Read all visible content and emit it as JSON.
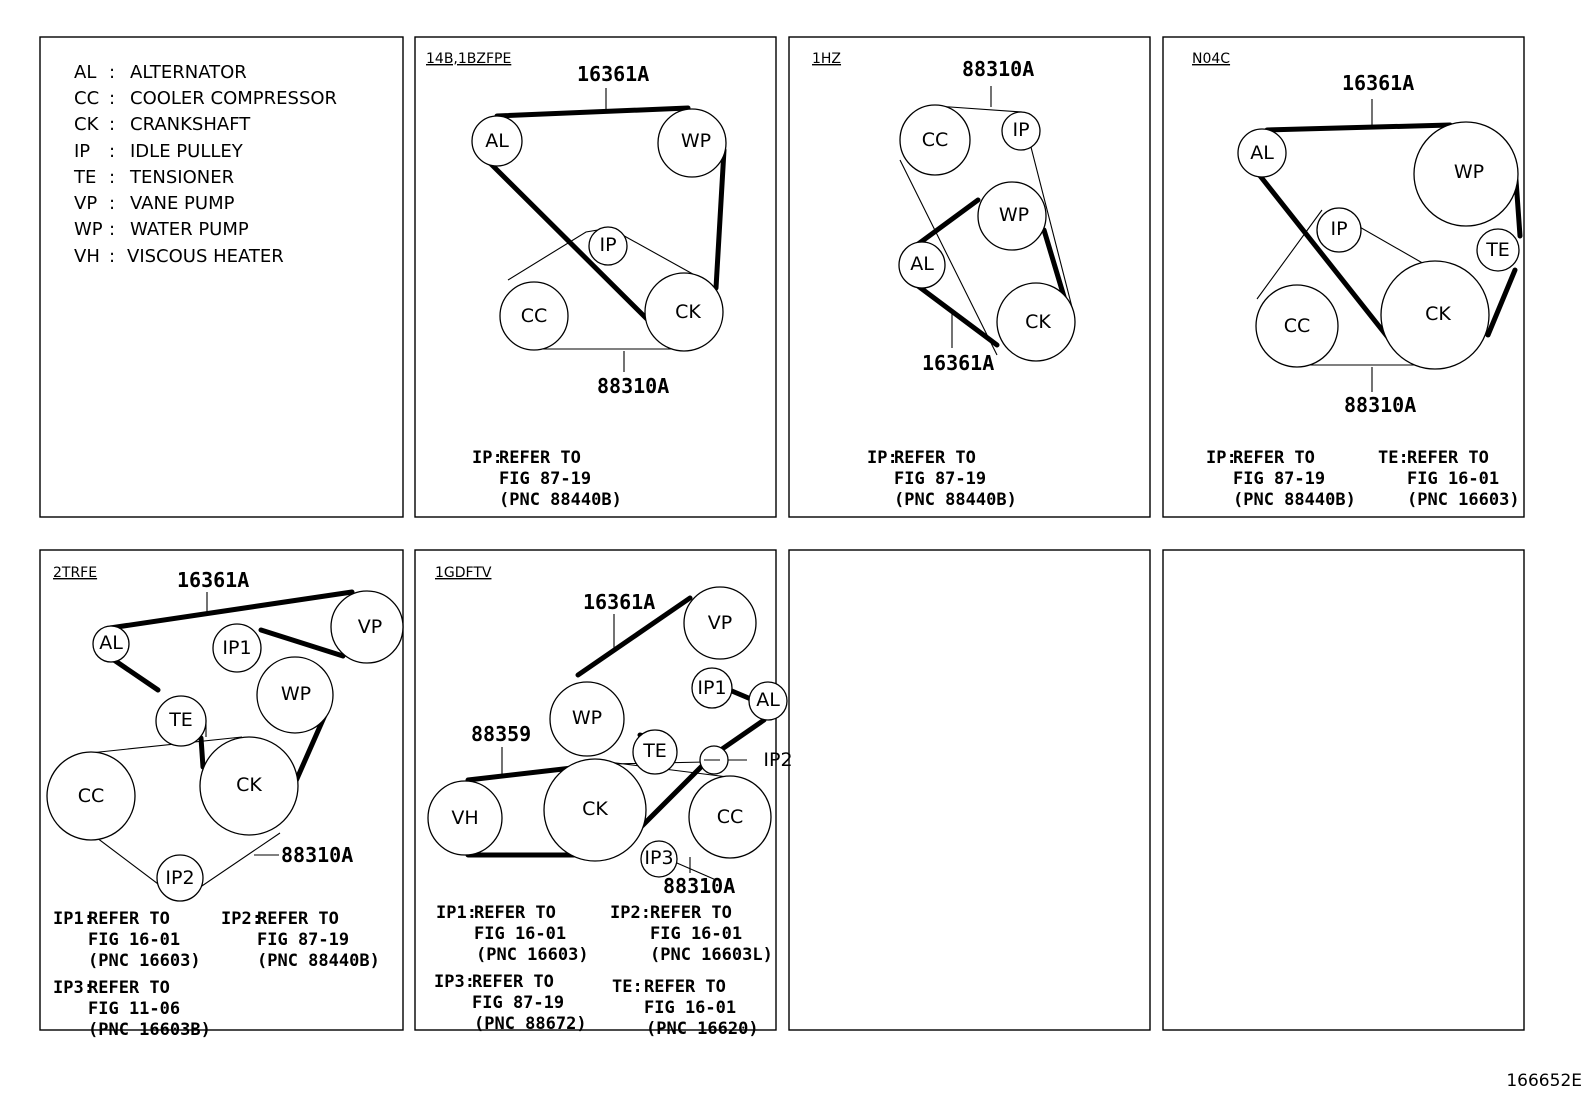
{
  "legend": [
    {
      "code": "AL",
      "name": "ALTERNATOR"
    },
    {
      "code": "CC",
      "name": "COOLER COMPRESSOR"
    },
    {
      "code": "CK",
      "name": "CRANKSHAFT"
    },
    {
      "code": "IP",
      "name": "IDLE PULLEY"
    },
    {
      "code": "TE",
      "name": "TENSIONER"
    },
    {
      "code": "VP",
      "name": "VANE PUMP"
    },
    {
      "code": "WP",
      "name": "WATER PUMP"
    },
    {
      "code": "VH",
      "name": "VISCOUS HEATER"
    }
  ],
  "panels": {
    "p14b": {
      "engine": "14B,1BZFPE",
      "belts": [
        "16361A",
        "88310A"
      ],
      "pulleys": [
        "AL",
        "WP",
        "IP",
        "CC",
        "CK"
      ],
      "notes": [
        [
          "IP:",
          "REFER TO",
          "FIG 87-19",
          "(PNC 88440B)"
        ]
      ]
    },
    "p1hz": {
      "engine": "1HZ",
      "belts": [
        "88310A",
        "16361A"
      ],
      "pulleys": [
        "CC",
        "IP",
        "WP",
        "AL",
        "CK"
      ],
      "notes": [
        [
          "IP:",
          "REFER TO",
          "FIG 87-19",
          "(PNC 88440B)"
        ]
      ]
    },
    "pn04c": {
      "engine": "N04C",
      "belts": [
        "16361A",
        "88310A"
      ],
      "pulleys": [
        "AL",
        "WP",
        "IP",
        "TE",
        "CC",
        "CK"
      ],
      "notes": [
        [
          "IP:",
          "REFER TO",
          "FIG 87-19",
          "(PNC 88440B)"
        ],
        [
          "TE:",
          "REFER TO",
          "FIG 16-01",
          "(PNC 16603)"
        ]
      ]
    },
    "p2trfe": {
      "engine": "2TRFE",
      "belts": [
        "16361A",
        "88310A"
      ],
      "pulleys": [
        "AL",
        "VP",
        "IP1",
        "WP",
        "TE",
        "CC",
        "CK",
        "IP2"
      ],
      "notes": [
        [
          "IP1:",
          "REFER TO",
          "FIG 16-01",
          "(PNC 16603)"
        ],
        [
          "IP2:",
          "REFER TO",
          "FIG 87-19",
          "(PNC 88440B)"
        ],
        [
          "IP3:",
          "REFER TO",
          "FIG 11-06",
          "(PNC 16603B)"
        ]
      ]
    },
    "p1gd": {
      "engine": "1GDFTV",
      "belts": [
        "16361A",
        "88359",
        "88310A"
      ],
      "pulleys": [
        "VP",
        "IP1",
        "AL",
        "WP",
        "TE",
        "IP2",
        "VH",
        "CK",
        "CC",
        "IP3"
      ],
      "notes": [
        [
          "IP1:",
          "REFER TO",
          "FIG 16-01",
          "(PNC 16603)"
        ],
        [
          "IP2:",
          "REFER TO",
          "FIG 16-01",
          "(PNC 16603L)"
        ],
        [
          "IP3:",
          "REFER TO",
          "FIG 87-19",
          "(PNC 88672)"
        ],
        [
          "TE:",
          "REFER TO",
          "FIG 16-01",
          "(PNC 16620)"
        ]
      ]
    }
  },
  "figure_id": "166652E"
}
